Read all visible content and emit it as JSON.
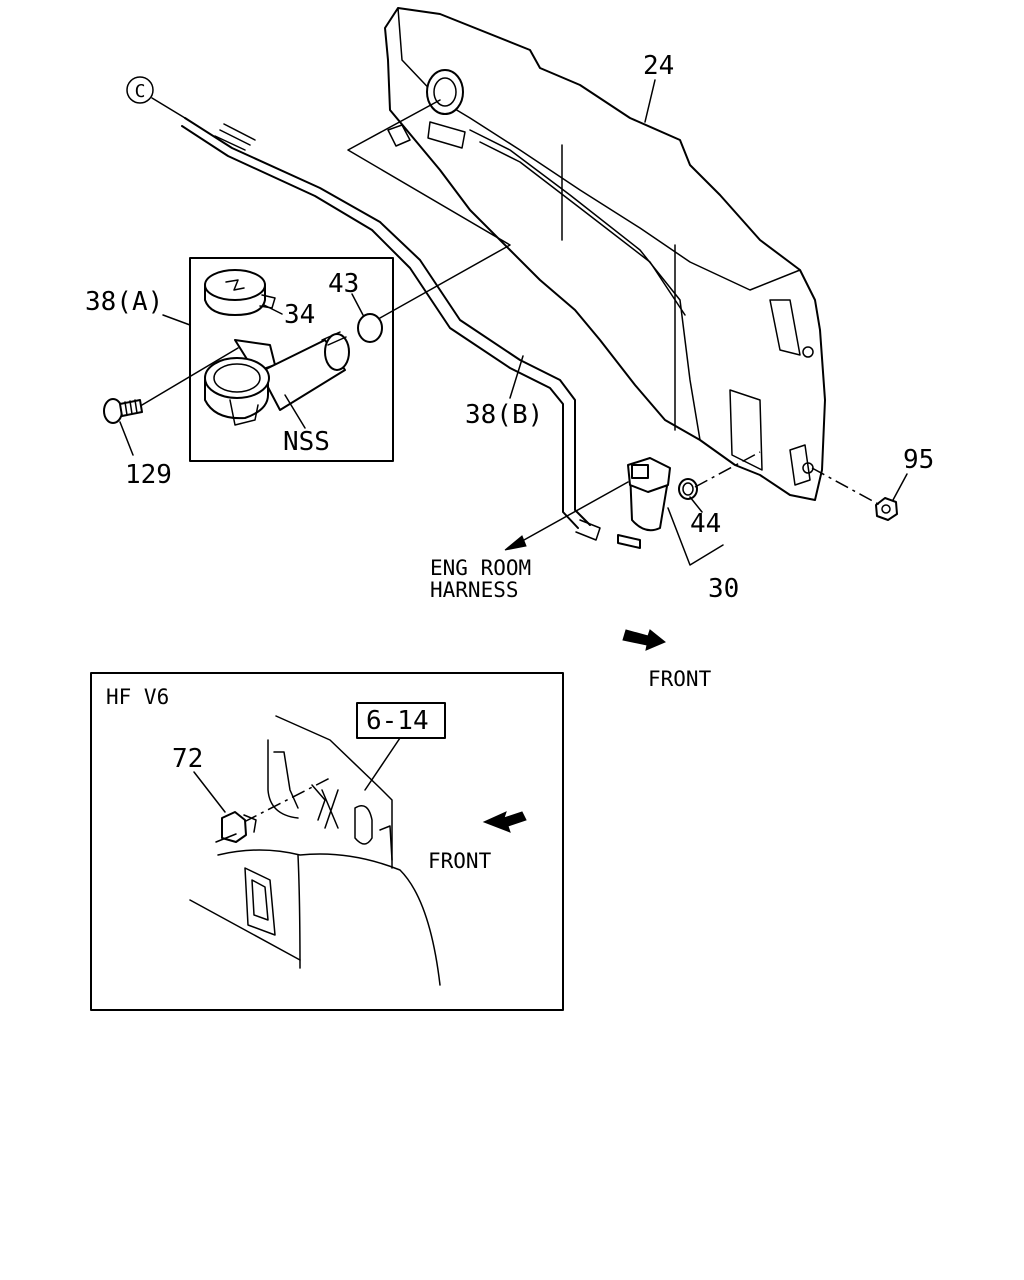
{
  "callouts": {
    "c_marker": "C",
    "p24": "24",
    "p38a": "38(A)",
    "p34": "34",
    "p43": "43",
    "nss": "NSS",
    "p38b": "38(B)",
    "p129": "129",
    "p95": "95",
    "p44": "44",
    "p30": "30",
    "harness_line1": "ENG ROOM",
    "harness_line2": "HARNESS",
    "front_main": "FRONT"
  },
  "inset": {
    "title": "HF V6",
    "ref_box": "6-14",
    "p72": "72",
    "front": "FRONT"
  }
}
